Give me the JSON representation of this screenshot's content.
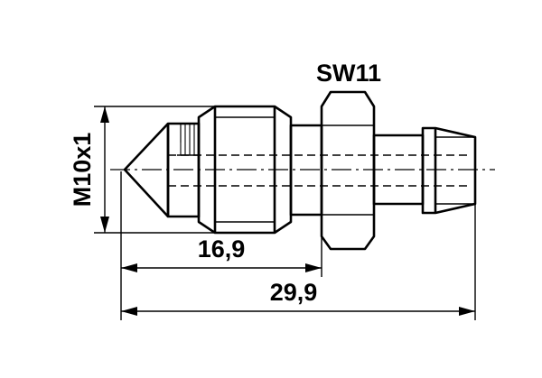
{
  "drawing": {
    "wrench_size_label": "SW11",
    "thread_label": "M10x1",
    "dim_short_label": "16,9",
    "dim_total_label": "29,9"
  }
}
